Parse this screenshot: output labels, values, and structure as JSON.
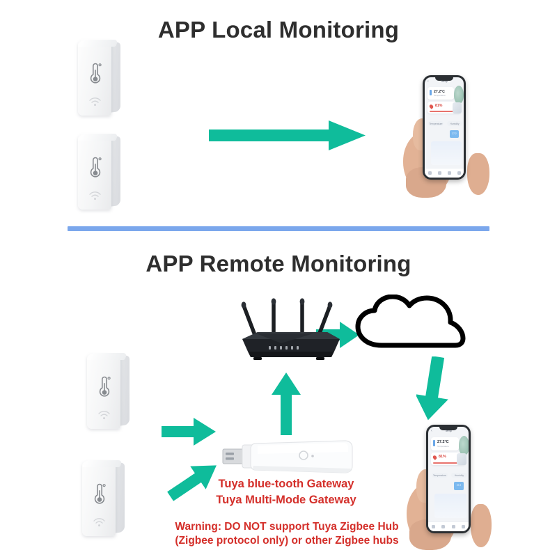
{
  "sections": {
    "local": {
      "title": "APP Local  Monitoring"
    },
    "remote": {
      "title": "APP Remote Monitoring"
    }
  },
  "divider": {
    "color": "#7ba7ec"
  },
  "colors": {
    "arrow_teal": "#0fbc9b",
    "title_text": "#2e2e2e",
    "warning_red": "#d42f2a",
    "divider_blue": "#7ba7ec",
    "router_black": "#22252a"
  },
  "devices": {
    "sensor_icon": "thermometer-icon",
    "sensor_signal_icon": "wifi-icon",
    "router_name": "wifi-router",
    "cloud_name": "cloud-outline",
    "gateway_name": "usb-gateway-dongle"
  },
  "labels": {
    "gateway_line1": "Tuya blue-tooth Gateway",
    "gateway_line2": "Tuya Multi-Mode Gateway",
    "warning_line1": "Warning: DO NOT support Tuya Zigbee Hub",
    "warning_line2": "(Zigbee protocol only) or other Zigbee hubs"
  },
  "phone_app": {
    "header_title": "Temp",
    "back_icon": "chevron-left-icon",
    "temperature_value": "27.2°C",
    "temperature_label": "Temperature",
    "humidity_value": "81%",
    "humidity_label": "Humidity",
    "tab_temperature": "Temperature",
    "tab_humidity": "Humidity",
    "chip_line1": "27.2",
    "chip_line2": "°C",
    "nav_items": [
      "home-icon",
      "scene-icon",
      "smart-icon",
      "me-icon"
    ]
  },
  "arrows": {
    "local_main": "arrow-right",
    "sensor_to_gateway_1": "arrow-right",
    "sensor_to_gateway_2": "arrow-up-right",
    "gateway_to_router": "arrow-up",
    "router_to_cloud": "arrow-right",
    "cloud_to_phone": "arrow-down"
  }
}
